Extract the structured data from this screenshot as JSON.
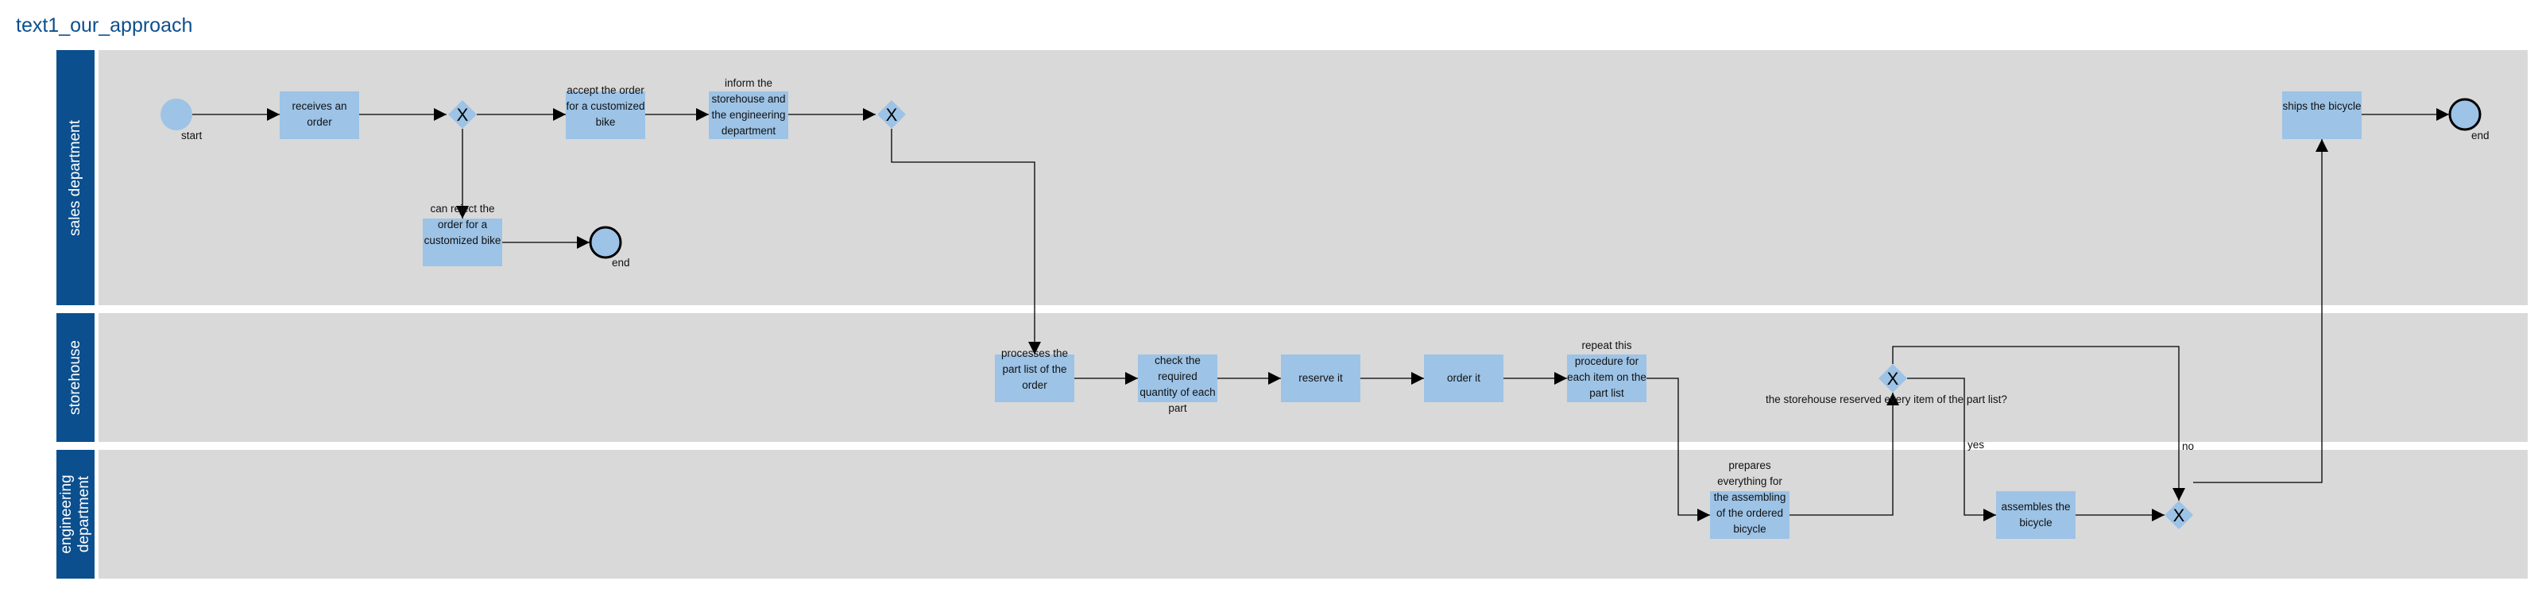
{
  "title": "text1_our_approach",
  "lanes": {
    "sales": "sales department",
    "storehouse": "storehouse",
    "engineering": "engineering\ndepartment"
  },
  "events": {
    "start": "start",
    "end_reject": "end",
    "end_main": "end"
  },
  "tasks": {
    "receives_order": "receives an order",
    "accept_order": "accept the order for a customized bike",
    "inform": "inform the storehouse and the engineering department",
    "reject": "can reject the order for a customized bike",
    "processes": "processes the part list of the order",
    "check": "check the required quantity of each part",
    "reserve": "reserve it",
    "order": "order it",
    "repeat": "repeat this procedure for each item on the part list",
    "prepares": "prepares everything for the assembling of the ordered bicycle",
    "assembles": "assembles the bicycle",
    "ships": "ships the bicycle"
  },
  "gateways": {
    "question": "the storehouse reserved every item of the part list?",
    "yes": "yes",
    "no": "no"
  },
  "colors": {
    "lane_header": "#0b4f8e",
    "lane_body": "#d9d9d9",
    "task_fill": "#9dc3e6",
    "event_fill": "#9dc3e6",
    "title": "#0b4f8e"
  }
}
